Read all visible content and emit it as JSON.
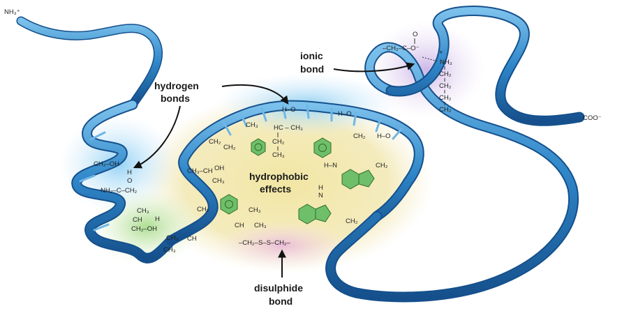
{
  "labels": {
    "n_terminus": "NH₃⁺",
    "c_terminus": "COO⁻",
    "hydrogen_bonds": [
      "hydrogen",
      "bonds"
    ],
    "ionic_bond": [
      "ionic",
      "bond"
    ],
    "hydrophobic": [
      "hydrophobic",
      "effects"
    ],
    "disulphide": [
      "disulphide",
      "bond"
    ]
  },
  "chem": {
    "ionic_top": "–CH₂–C–O⁻",
    "ionic_o": "O",
    "ionic_nh3": "NH₃",
    "plus": "+",
    "ch2": "CH₂",
    "ch3": "CH₃",
    "ch": "CH",
    "hc_ch3": "HC – CH₃",
    "ch2_oh": "CH₂–OH",
    "nh2_c_ch2": "NH₂–C–CH₂",
    "o": "O",
    "h": "H",
    "oh": "OH",
    "h_o": "H–O",
    "ch3_ch_oh": "CH₃–CH",
    "s_bridge": "–CH₂–S–S–CH₂–",
    "h_n": "H–N",
    "n": "N"
  },
  "colors": {
    "ribbon": "#2f86c8",
    "ribbon_dark": "#1a5a98",
    "ribbon_light": "#6fb7e6",
    "hydrophobic_glow": "#f3e7a8",
    "hydrogen_glow": "#9fd3f3",
    "green_glow": "#bfe3a6",
    "purple_glow": "#d8c6ea",
    "pink_glow": "#efc7e3",
    "benzene": "#6fbf6a"
  },
  "icons": [
    "benzene-ring-icon",
    "indole-ring-icon",
    "arrow-icon"
  ]
}
